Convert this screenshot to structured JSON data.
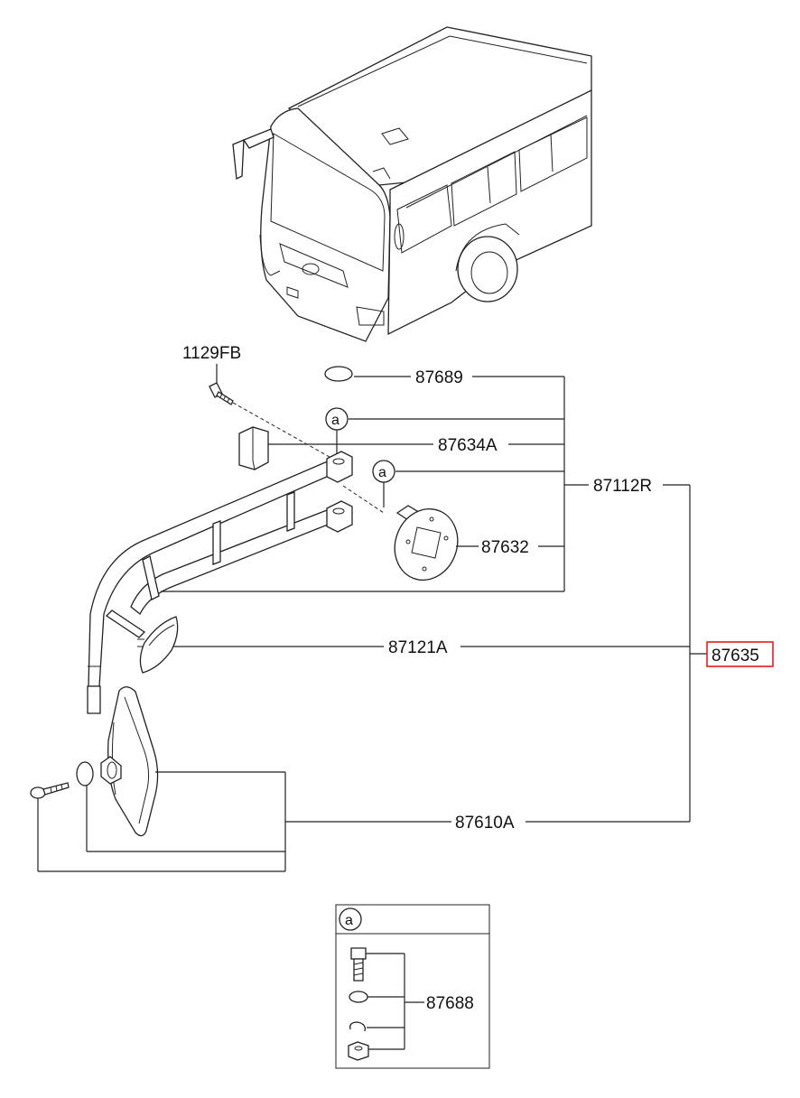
{
  "diagram": {
    "parts": {
      "screw_top": "1129FB",
      "cap": "87689",
      "holder": "87634A",
      "assembly_r": "87112R",
      "base_plate": "87632",
      "side_mirror": "87121A",
      "highlighted": "87635",
      "main_mirror": "87610A",
      "bolt_set": "87688"
    },
    "callout_letter": "a",
    "inset_letter": "a",
    "highlight_color": "#e02020"
  }
}
